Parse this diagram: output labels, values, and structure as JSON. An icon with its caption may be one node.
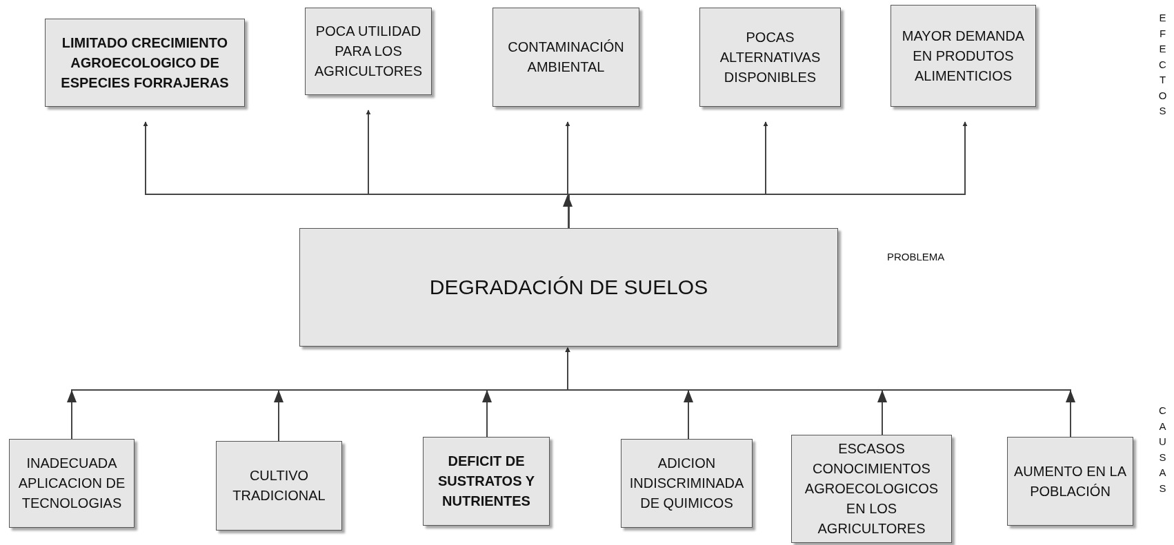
{
  "diagram": {
    "nodes": [
      {
        "text": [
          "LIMITADO CRECIMIENTO AGROECOLOGICO DE ESPECIES FORRAJERAS"
        ]
      },
      {
        "text": [
          "POCA UTILIDAD PARA LOS AGRICULTORES"
        ]
      },
      {
        "text": [
          "CONTAMINACIÓN AMBIENTAL"
        ]
      },
      {
        "text": [
          "POCAS ALTERNATIVAS DISPONIBLES"
        ]
      },
      {
        "text": [
          "MAYOR DEMANDA EN PRODUTOS ALIMENTICIOS"
        ]
      },
      {
        "text": [
          "DEGRADACIÓN DE SUELOS"
        ]
      },
      {
        "text": [
          "INADECUADA APLICACION DE TECNOLOGIAS"
        ]
      },
      {
        "text": [
          "CULTIVO TRADICIONAL"
        ]
      },
      {
        "text": [
          "DEFICIT DE SUSTRATOS Y NUTRIENTES"
        ]
      },
      {
        "text": [
          "ADICION INDISCRIMINADA DE QUIMICOS"
        ]
      },
      {
        "text": [
          "ESCASOS CONOCIMIENTOS AGROECOLOGICOS EN LOS AGRICULTORES"
        ]
      },
      {
        "text": [
          "AUMENTO EN LA POBLACIÓN"
        ]
      }
    ],
    "edges": [
      {
        "from": 5,
        "to": 0,
        "arrow": "to"
      },
      {
        "from": 5,
        "to": 1,
        "arrow": "to"
      },
      {
        "from": 5,
        "to": 2,
        "arrow": "to"
      },
      {
        "from": 5,
        "to": 3,
        "arrow": "to"
      },
      {
        "from": 5,
        "to": 4,
        "arrow": "to"
      },
      {
        "from": 6,
        "to": 5,
        "arrow": "to"
      },
      {
        "from": 7,
        "to": 5,
        "arrow": "to"
      },
      {
        "from": 8,
        "to": 5,
        "arrow": "to"
      },
      {
        "from": 9,
        "to": 5,
        "arrow": "to"
      },
      {
        "from": 10,
        "to": 5,
        "arrow": "to"
      },
      {
        "from": 11,
        "to": 5,
        "arrow": "to"
      }
    ],
    "labels": [
      "EFECTOS",
      "PROBLEMA",
      "CAUSAS"
    ]
  }
}
